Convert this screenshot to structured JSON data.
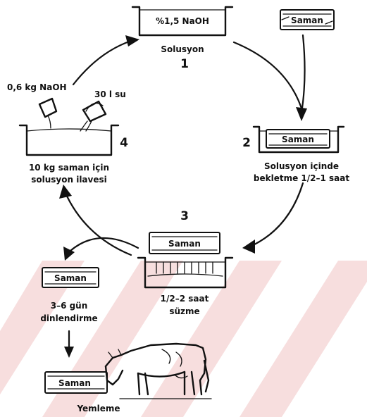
{
  "diagram": {
    "step1": {
      "number": "1",
      "container_label": "%1,5 NaOH",
      "caption": "Solusyon"
    },
    "top_right_bale": "Saman",
    "step2": {
      "number": "2",
      "bale": "Saman",
      "caption_line1": "Solusyon içinde",
      "caption_line2": "bekletme 1/2–1 saat"
    },
    "step3": {
      "number": "3",
      "bale": "Saman",
      "caption_line1": "1/2–2 saat",
      "caption_line2": "süzme"
    },
    "step4": {
      "number": "4",
      "naoh_label": "0,6 kg NaOH",
      "water_label": "30 l su",
      "caption_line1": "10 kg saman için",
      "caption_line2": "solusyon ilavesi"
    },
    "rest": {
      "bale": "Saman",
      "caption_line1": "3–6 gün",
      "caption_line2": "dinlendirme"
    },
    "feeding": {
      "bale": "Saman",
      "caption": "Yemleme"
    },
    "colors": {
      "line": "#111111",
      "watermark": "#f7dede",
      "background": "#ffffff"
    }
  }
}
